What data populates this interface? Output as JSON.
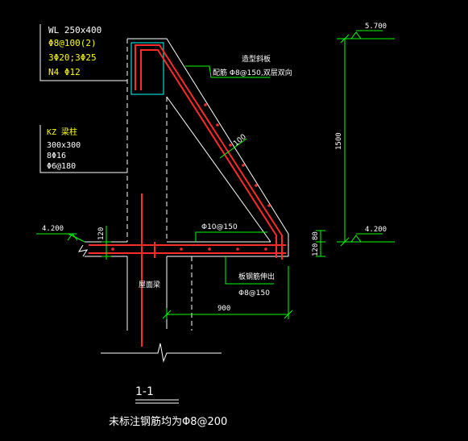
{
  "colors": {
    "background": "#000000",
    "rebar": "#ff2a2a",
    "concrete": "#ffffff",
    "dimension": "#00ff00",
    "label_yellow": "#ffff00",
    "label_white": "#ffffff",
    "beam_cyan": "#00ffff"
  },
  "beam_label": {
    "name": "WL 250x400",
    "stirrup": "Φ8@100(2)",
    "main_bars": "3Φ20;3Φ25",
    "side_bars": "N4 Φ12"
  },
  "column_label": {
    "name": "KZ 梁柱",
    "size": "300x300",
    "bars": "8Φ16",
    "stirrup": "Φ6@180"
  },
  "slab_label": {
    "title": "造型斜板",
    "reinforcement": "配筋 Φ8@150,双层双向"
  },
  "annotations": {
    "slope_thickness": "100",
    "top_bar": "Φ10@150",
    "extension_note": "板钢筋伸出",
    "bottom_bar": "Φ8@150",
    "roof_beam": "屋面梁"
  },
  "elevations": {
    "top": "5.700",
    "right_lower": "4.200",
    "left": "4.200"
  },
  "dimensions": {
    "height": "1500",
    "upturn": "80",
    "right_slab": "120",
    "left_slab": "120",
    "horizontal": "900"
  },
  "section": {
    "label": "1-1",
    "note": "未标注钢筋均为Φ8@200"
  }
}
